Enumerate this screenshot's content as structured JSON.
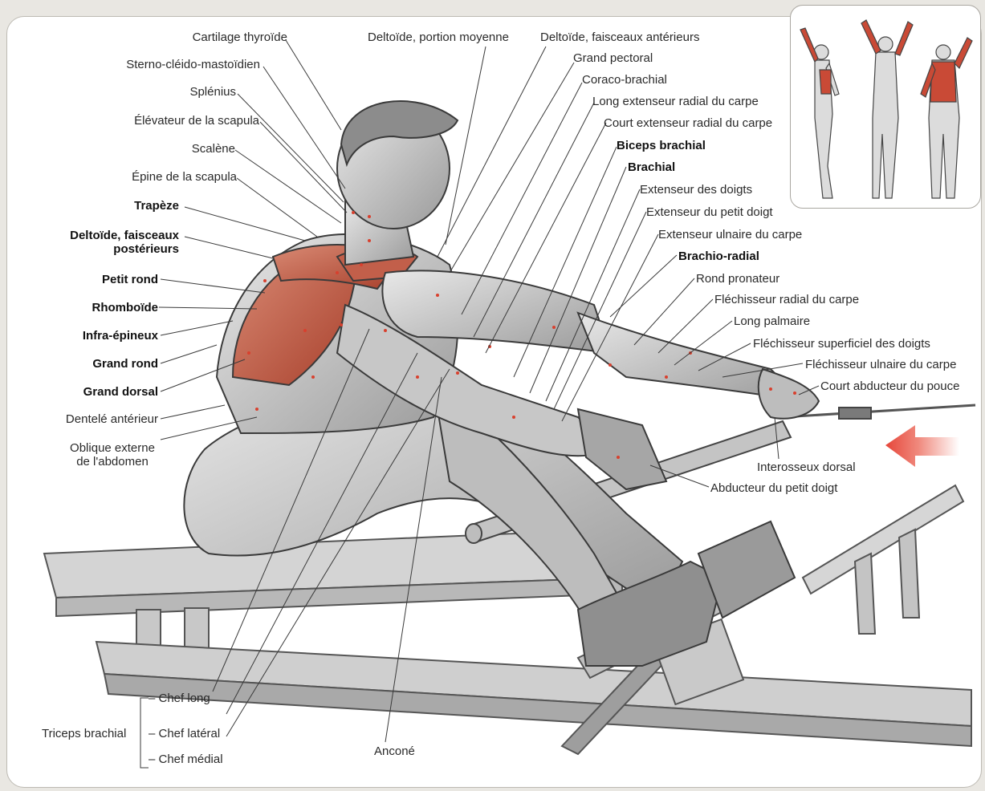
{
  "labels": {
    "cartilage_thyroide": "Cartilage thyroïde",
    "deltoide_moyenne": "Deltoïde, portion moyenne",
    "deltoide_anterieurs": "Deltoïde, faisceaux antérieurs",
    "grand_pectoral": "Grand pectoral",
    "coraco_brachial": "Coraco-brachial",
    "long_ext_radial": "Long extenseur radial du carpe",
    "court_ext_radial": "Court extenseur radial du carpe",
    "biceps": "Biceps brachial",
    "brachial": "Brachial",
    "ext_doigts": "Extenseur des doigts",
    "ext_petit_doigt": "Extenseur du petit doigt",
    "ext_ulnaire": "Extenseur ulnaire du carpe",
    "brachio_radial": "Brachio-radial",
    "rond_pronateur": "Rond pronateur",
    "flech_radial": "Fléchisseur radial du carpe",
    "long_palmaire": "Long palmaire",
    "flech_superficiel": "Fléchisseur superficiel des doigts",
    "flech_ulnaire": "Fléchisseur ulnaire du carpe",
    "court_abducteur": "Court abducteur du pouce",
    "interosseux": "Interosseux dorsal",
    "abducteur_petit_doigt": "Abducteur du petit doigt",
    "sterno": "Sterno-cléido-mastoïdien",
    "splenius": "Splénius",
    "elevateur": "Élévateur de la scapula",
    "scalene": "Scalène",
    "epine": "Épine de la scapula",
    "trapeze": "Trapèze",
    "deltoide_posterieurs": "Deltoïde, faisceaux\npostérieurs",
    "petit_rond": "Petit rond",
    "rhomboide": "Rhomboïde",
    "infra_epineux": "Infra-épineux",
    "grand_rond": "Grand rond",
    "grand_dorsal": "Grand dorsal",
    "dentele": "Dentelé antérieur",
    "oblique": "Oblique externe\nde l'abdomen",
    "triceps": "Triceps brachial",
    "chef_long": "– Chef long",
    "chef_lateral": "– Chef latéral",
    "chef_medial": "– Chef médial",
    "ancone": "Anconé"
  },
  "colors": {
    "muscle_target": "#c94a36",
    "arrow": "#e6463a",
    "skin": "#cfcfcf",
    "leader": "#3a3a3a"
  },
  "icons": {
    "pull_direction": "left-arrow-icon"
  }
}
